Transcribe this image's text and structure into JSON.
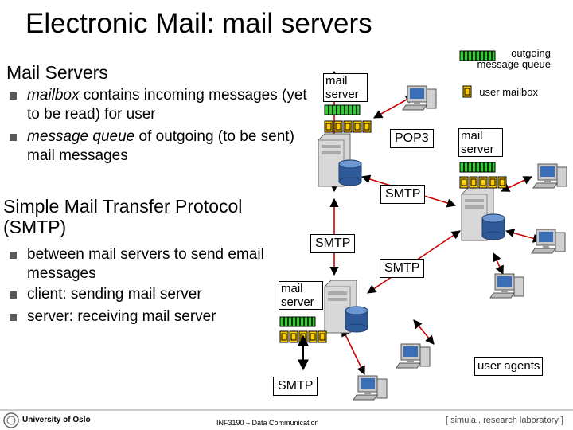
{
  "title": "Electronic Mail: mail servers",
  "section1": {
    "heading": "Mail Servers",
    "bullets": [
      {
        "em": "mailbox",
        "text": " contains incoming messages (yet to be read) for user"
      },
      {
        "em": "message queue",
        "text": " of outgoing (to be sent) mail messages"
      }
    ]
  },
  "section2": {
    "heading_line1": "Simple Mail Transfer Protocol",
    "heading_line2": "(SMTP)",
    "bullets": [
      "between mail servers to send email messages",
      "client: sending mail server",
      "server: receiving mail server"
    ]
  },
  "diagram": {
    "legend_outgoing": "outgoing message queue",
    "legend_mailbox": "user mailbox",
    "server_label": "mail server",
    "pop3": "POP3",
    "smtp": "SMTP",
    "user_agents": "user agents"
  },
  "colors": {
    "queue": "#33cc33",
    "mailbox": "#ffcc00",
    "arrow": "#cc0000"
  },
  "footer": {
    "university": "University of Oslo",
    "course": "INF3190 – Data Communication",
    "lab": "[ simula . research laboratory ]"
  }
}
